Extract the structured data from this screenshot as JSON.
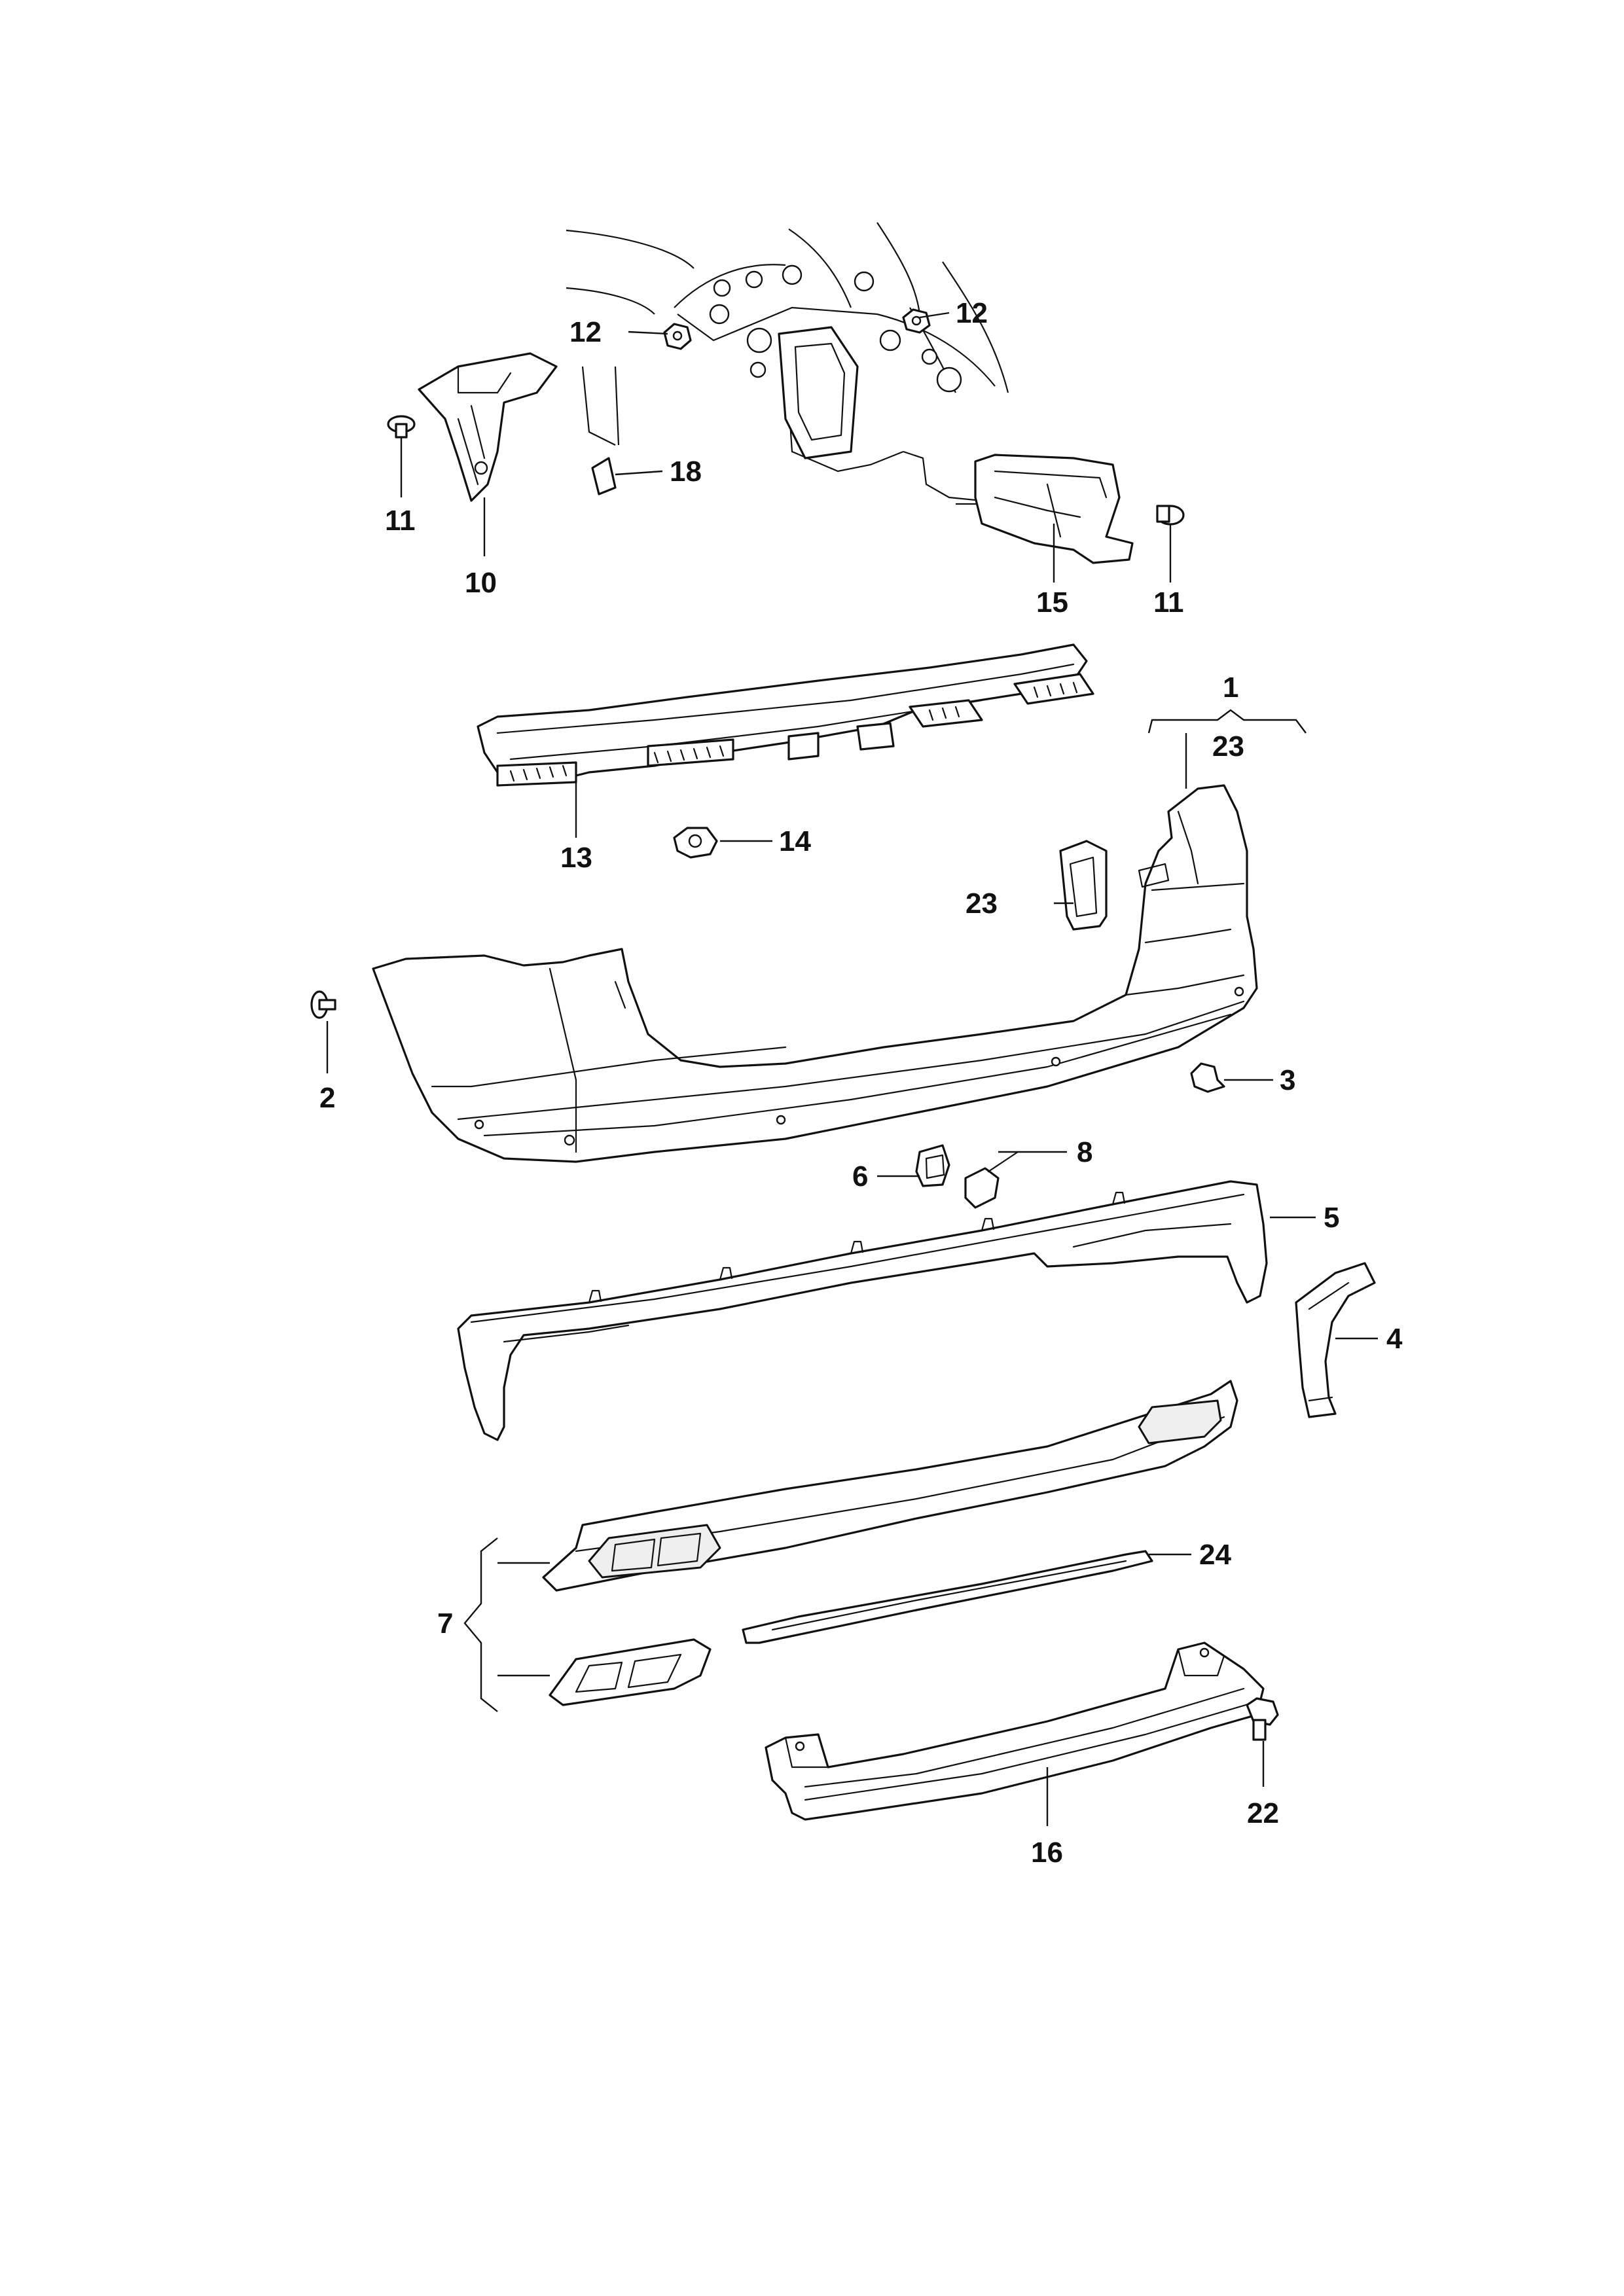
{
  "diagram": {
    "callouts": {
      "c1": "1",
      "c2": "2",
      "c3": "3",
      "c4": "4",
      "c5": "5",
      "c6": "6",
      "c7": "7",
      "c8": "8",
      "c10": "10",
      "c11_left": "11",
      "c11_right": "11",
      "c12_left": "12",
      "c12_right": "12",
      "c13": "13",
      "c14": "14",
      "c15": "15",
      "c16": "16",
      "c18": "18",
      "c22": "22",
      "c23_top": "23",
      "c23_side": "23",
      "c24": "24"
    }
  }
}
